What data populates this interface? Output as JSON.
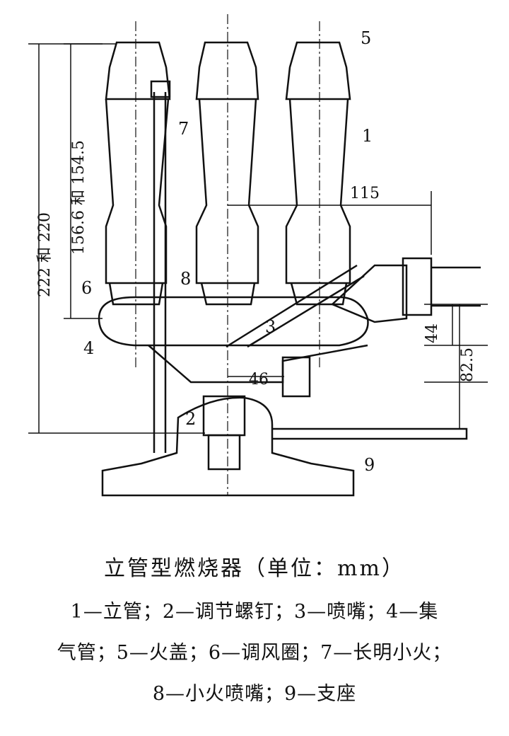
{
  "figure": {
    "dimensions": {
      "d_222_220": "222 和 220",
      "d_156_154": "156.6 和 154.5",
      "d_115": "115",
      "d_44": "44",
      "d_82_5": "82.5",
      "d_46": "46"
    },
    "part_numbers": {
      "p1": "1",
      "p2": "2",
      "p3": "3",
      "p4": "4",
      "p5": "5",
      "p6": "6",
      "p7": "7",
      "p8": "8",
      "p9": "9"
    }
  },
  "caption": {
    "title": "立管型燃烧器（单位：mm）",
    "legend": [
      {
        "seg1": "1—立管；2—调节螺钉；3—喷嘴；4—集"
      },
      {
        "seg1": "气管；5—火盖；6—调风圈；7—长明小火；"
      },
      {
        "seg1": "8—小火喷嘴；9—支座"
      }
    ]
  }
}
